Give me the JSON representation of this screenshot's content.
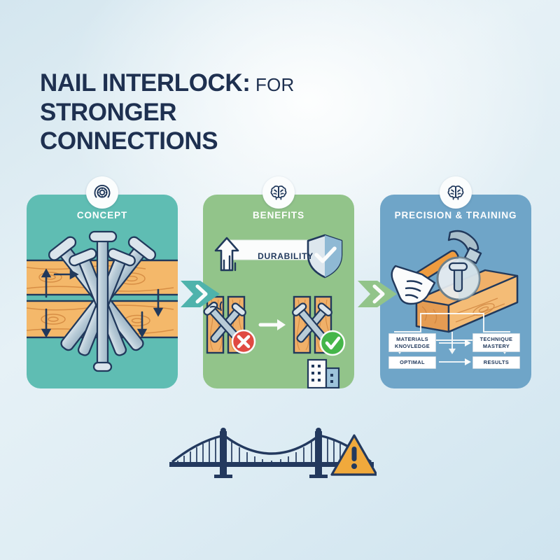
{
  "title": {
    "line1_bold": "NAIL INTERLOCK:",
    "line1_light": " FOR",
    "line2": "STRONGER",
    "line3": "CONNECTIONS"
  },
  "panels": [
    {
      "id": "concept",
      "label": "CONCEPT",
      "icon": "gear-icon",
      "color": "#5fbdb3",
      "art": "crossed-nails-through-two-wood-planks-with-force-arrows"
    },
    {
      "id": "benefits",
      "label": "BENEFITS",
      "icon": "brain-icon",
      "color": "#92c48a",
      "banner_label": "DURABILITY",
      "art": "durability-arrow-shield-and-wrong-right-nail-comparison-with-building"
    },
    {
      "id": "precision-training",
      "label": "PRECISION & TRAINING",
      "icon": "brain-icon",
      "color": "#6fa5c8",
      "art": "hand-with-hammer-magnifier-nail-and-wood-beam",
      "flow": {
        "boxes": [
          {
            "id": "materials-knovledge",
            "text": "MATERIALS\nKNOVLEDGE"
          },
          {
            "id": "technique-mastery",
            "text": "TECHNIQUE\nMASTERY"
          },
          {
            "id": "optimal",
            "text": "OPTIMAL"
          },
          {
            "id": "results",
            "text": "RESULTS"
          }
        ]
      }
    }
  ],
  "connectors": [
    {
      "id": "chevron-concept-to-benefits",
      "color": "#4fb3ac"
    },
    {
      "id": "chevron-benefits-to-precision",
      "color": "#92c48a"
    }
  ],
  "footer": {
    "bridge": "suspension-bridge-illustration",
    "warning": "warning-triangle-icon",
    "bridge_color": "#23395e",
    "warning_color": "#f0a93c"
  }
}
